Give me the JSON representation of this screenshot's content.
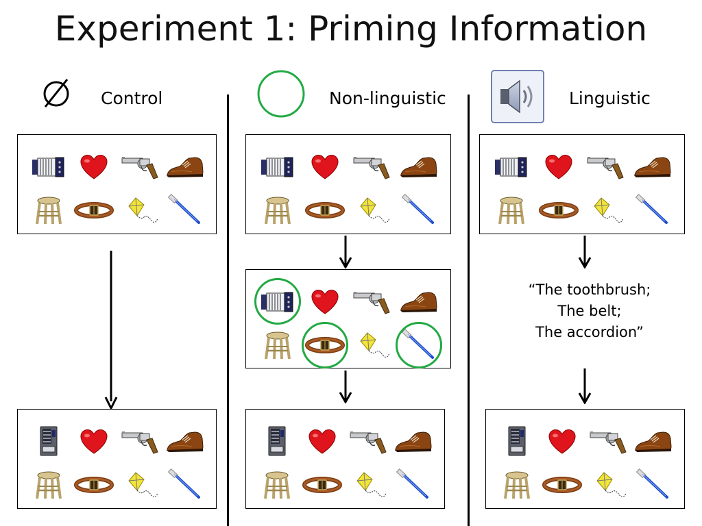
{
  "title": "Experiment 1: Priming Information",
  "conditions": {
    "control": {
      "label": "Control",
      "icon": "empty-set-icon"
    },
    "non_linguistic": {
      "label": "Non-linguistic",
      "icon": "green-circle-icon"
    },
    "linguistic": {
      "label": "Linguistic",
      "icon": "speaker-icon"
    }
  },
  "linguistic_prompt": {
    "lines": [
      "“The toothbrush;",
      "The belt;",
      "The accordion”"
    ]
  },
  "objects": [
    "accordion",
    "heart",
    "revolver",
    "shoe",
    "stool",
    "belt",
    "kite",
    "toothbrush"
  ],
  "test_objects": [
    "vending-machine",
    "heart",
    "revolver",
    "shoe",
    "stool",
    "belt",
    "kite",
    "toothbrush"
  ],
  "highlighted_objects": [
    "accordion",
    "belt",
    "toothbrush"
  ],
  "colors": {
    "highlight_ring": "#22aa44",
    "heart": "#e0141c",
    "shoe": "#8b4513",
    "kite": "#f2e43a",
    "toothbrush": "#1f4fc8"
  }
}
